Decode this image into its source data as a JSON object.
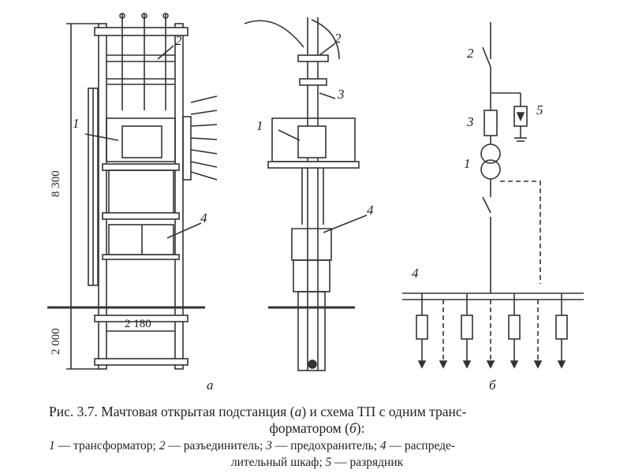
{
  "figure": {
    "dimensions": {
      "height_upper": "8 300",
      "height_lower": "2 000",
      "width": "2 180"
    },
    "labels_a": [
      "1",
      "2",
      "4",
      "1",
      "2",
      "3",
      "4"
    ],
    "labels_b": [
      "2",
      "3",
      "5",
      "1",
      "4"
    ],
    "subfig_a": "а",
    "subfig_b": "б"
  },
  "caption": {
    "line1": "Рис. 3.7. Мачтовая открытая подстанция (",
    "a": "а",
    "mid": ") и схема ТП с одним транс-",
    "line2": "форматором (",
    "b": "б",
    "line2_end": "):",
    "legend": [
      {
        "num": "1",
        "text": " — трансформатор; "
      },
      {
        "num": "2",
        "text": " — разъединитель; "
      },
      {
        "num": "3",
        "text": " — предохранитель; "
      },
      {
        "num": "4",
        "text": " — распреде-"
      }
    ],
    "legend_line2": "лительный шкаф; ",
    "legend_5_num": "5",
    "legend_5_text": " — разрядник"
  }
}
